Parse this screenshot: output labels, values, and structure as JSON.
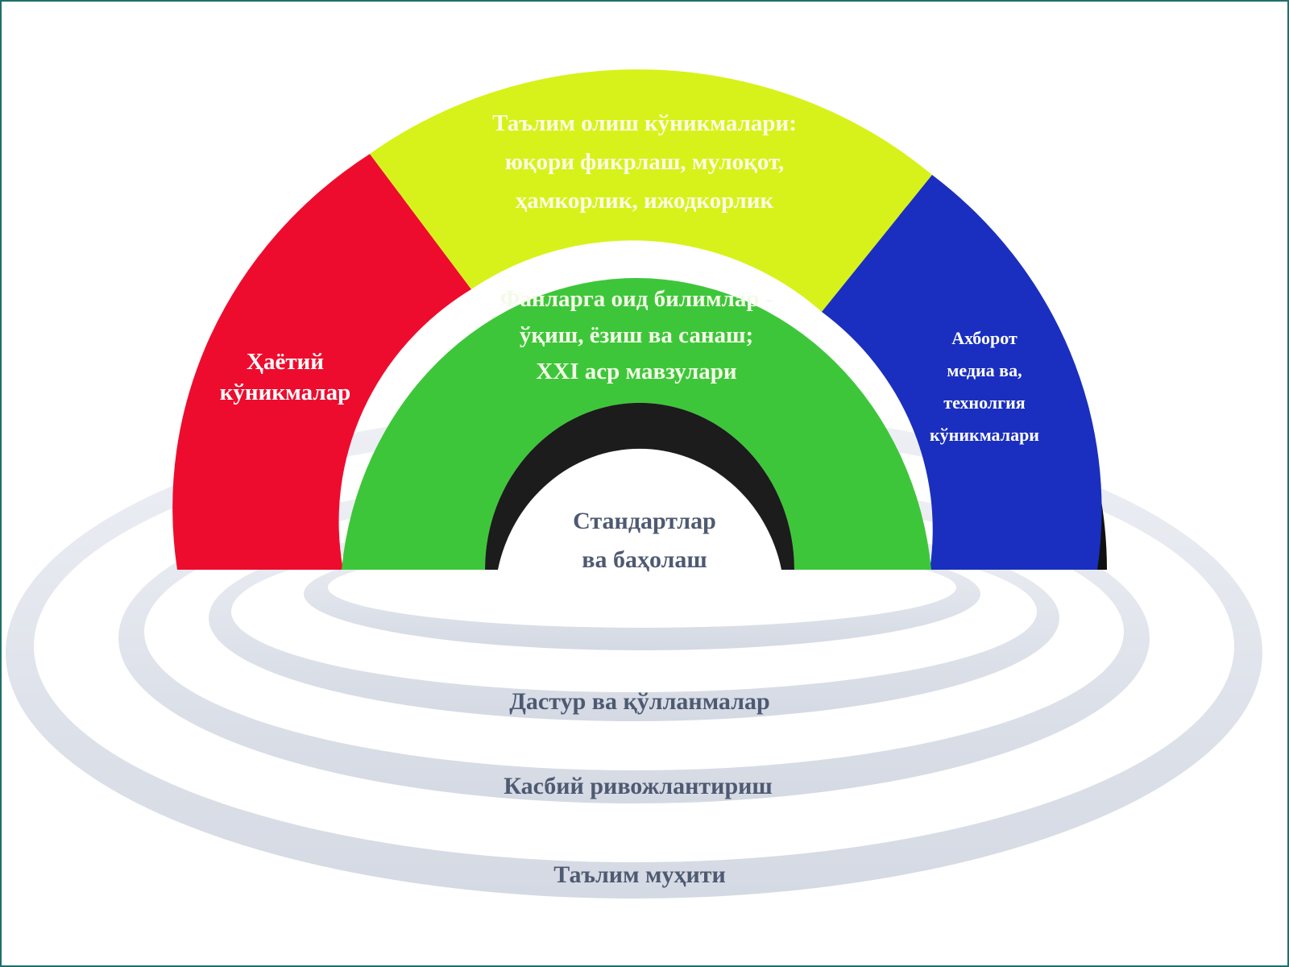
{
  "diagram": {
    "outer_segments": [
      {
        "id": "life-skills",
        "lines": [
          "Ҳаётий",
          "кўникмалар"
        ],
        "color": "#ee0c2e",
        "text_color": "#ffffff"
      },
      {
        "id": "learning-skills",
        "lines": [
          "Таълим олиш кўникмалари:",
          "юқори фикрлаш, мулоқот,",
          "ҳамкорлик, ижодкорлик"
        ],
        "color": "#d7f21a",
        "text_color": "#fbfbe6"
      },
      {
        "id": "ict-skills",
        "lines": [
          "Ахборот",
          "медиа ва,",
          "технолгия",
          "кўникмалари"
        ],
        "color": "#1a2fbf",
        "text_color": "#ffffff"
      }
    ],
    "inner_arc": {
      "lines": [
        "Фанларга оид билимлар -",
        "ўқиш, ёзиш ва санаш;",
        "XXI аср мавзулари"
      ],
      "color": "#3ec63a",
      "text_color": "#f3fbe8"
    },
    "center": {
      "lines": [
        "Стандартлар",
        "ва баҳолаш"
      ],
      "text_color": "#4e5a72"
    },
    "base_rings": [
      {
        "label": "Дастур ва қўлланмалар"
      },
      {
        "label": "Касбий ривожлантириш"
      },
      {
        "label": "Таълим муҳити"
      }
    ],
    "base_ring_color": "#dde1ea",
    "base_text_color": "#4e5a72"
  }
}
